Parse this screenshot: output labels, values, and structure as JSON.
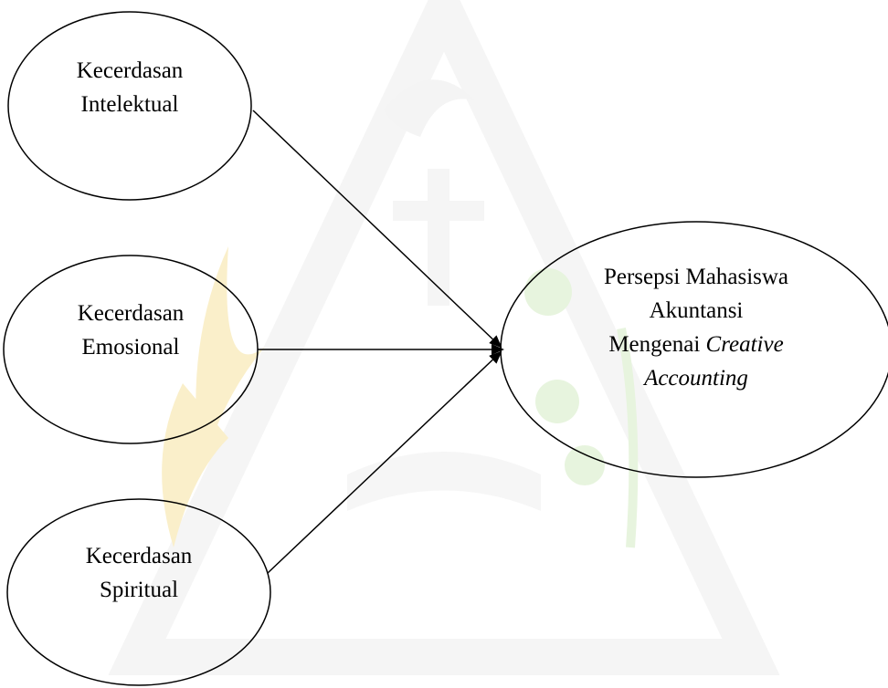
{
  "diagram": {
    "colors": {
      "stroke": "#000000",
      "watermark_gold": "#f3d77a",
      "watermark_green": "#bfe3a8",
      "watermark_gray": "#e9e9e9"
    },
    "nodes": {
      "intelektual": {
        "line1": "Kecerdasan",
        "line2": "Intelektual"
      },
      "emosional": {
        "line1": "Kecerdasan",
        "line2": "Emosional"
      },
      "spiritual": {
        "line1": "Kecerdasan",
        "line2": "Spiritual"
      },
      "persepsi": {
        "line1": "Persepsi Mahasiswa",
        "line2": "Akuntansi",
        "line3_plain": "Mengenai ",
        "line3_italic": "Creative",
        "line4_italic": "Accounting"
      }
    },
    "edges": [
      {
        "from": "intelektual",
        "to": "persepsi"
      },
      {
        "from": "emosional",
        "to": "persepsi"
      },
      {
        "from": "spiritual",
        "to": "persepsi"
      }
    ]
  }
}
